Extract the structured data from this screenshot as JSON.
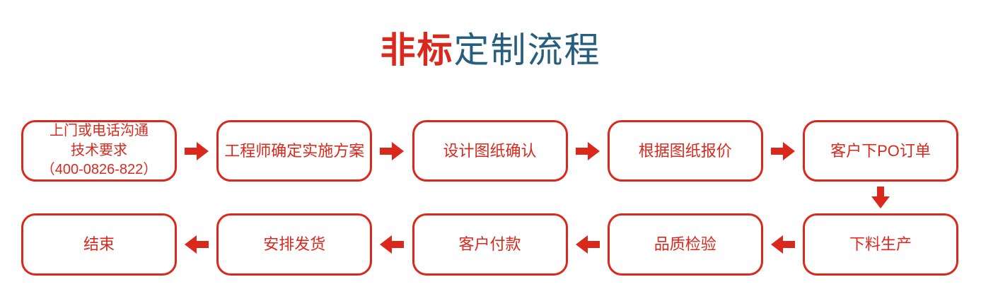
{
  "title": {
    "highlight": "非标",
    "rest": "定制流程"
  },
  "colors": {
    "red": "#da291c",
    "title_blue": "#265f7d",
    "background": "#ffffff"
  },
  "icons": {
    "arrow_right": "➡",
    "arrow_left": "⬅",
    "arrow_down": "⬇"
  },
  "flow": {
    "row1": [
      {
        "label": "上门或电话沟通\n技术要求\n（400-0826-822）"
      },
      {
        "label": "工程师确定实施方案"
      },
      {
        "label": "设计图纸确认"
      },
      {
        "label": "根据图纸报价"
      },
      {
        "label": "客户下PO订单"
      }
    ],
    "row2": [
      {
        "label": "结束"
      },
      {
        "label": "安排发货"
      },
      {
        "label": "客户付款"
      },
      {
        "label": "品质检验"
      },
      {
        "label": "下料生产"
      }
    ]
  }
}
